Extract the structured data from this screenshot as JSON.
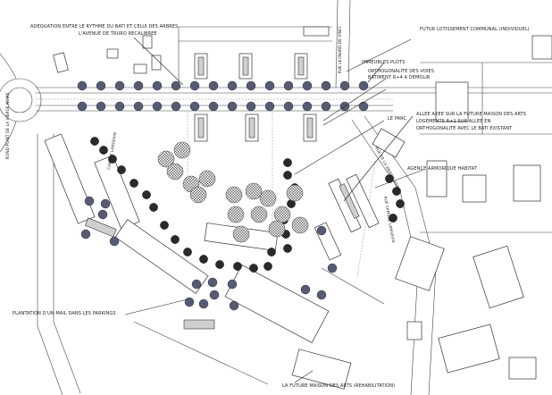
{
  "labels": {
    "adequation": "ADEQUATION ENTRE LE RYTHME DU BATI ET CELUI DES ARBRES",
    "avenue_truro": "L'AVENUE DE TRURO RECALIBREE",
    "futur_lotissement": "FUTUR LOTISSEMENT COMMUNAL (INDIVIDUEL)",
    "rue_leonard": "RUE LEONARD DE VINCI",
    "immeubles_plots": "IMMEUBLES PLOTS",
    "orthogonalite": "ORTHOGONALITE DES VOIES",
    "batiment_demolir": "BATIMENT R+4 A DEMOLIR",
    "le_parc": "LE PARC",
    "allee_axee_1": "ALLEE AXEE SUR LA FUTURE MAISON DES ARTS",
    "allee_axee_2": "LOGEMENTS R+1 SUR ALLEE  EN",
    "allee_axee_3": "ORTHOGONALITE AVEC LE BATI EXISTANT",
    "agence": "AGENCE ARMORIQUE HABITAT",
    "rue_verre_noire": "RUE DE LA VIERGE NOIRE",
    "rue_camille_langevin": "RUE CAMILLE LANGEVIN",
    "rond_point": "ROND POINT DE LA VIERGE NOIRE",
    "camille_langevin": "CAMILLE LANGEVIN",
    "plantation": "PLANTATION D'UN MAIL DANS LES PARKINGS",
    "future_maison": "LA FUTURE MAISON DES ARTS (REHABILITATION)"
  },
  "colors": {
    "background": "#ffffff",
    "line": "#333333",
    "tree_blue": "#4a5068",
    "tree_black": "#1c1c1c",
    "tree_crown": "#7a7a7a"
  }
}
